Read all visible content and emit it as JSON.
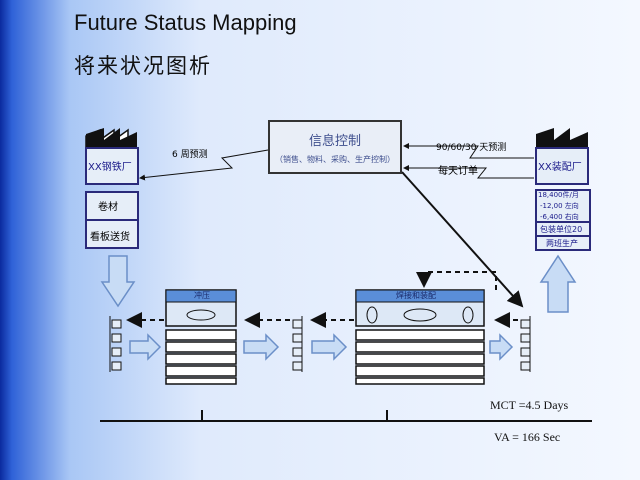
{
  "title_en": "Future Status Mapping",
  "title_cn": "将来状况图析",
  "control": {
    "title": "信息控制",
    "subtitle": "（销售、物料、采购、生产控制）"
  },
  "supplier": {
    "name": "XX钢铁厂",
    "rows": [
      "卷材",
      "看板送货"
    ]
  },
  "customer": {
    "name": "XX装配厂",
    "rows": [
      "18,400件/月",
      "-12,00 左向",
      "-6,400 右向",
      "包装单位20",
      "两班生产"
    ]
  },
  "arrows": {
    "supplier_forecast": "6 周预测",
    "customer_forecast": "90/60/30 天预测",
    "customer_order": "每天订单"
  },
  "processes": [
    {
      "name": "冲压"
    },
    {
      "name": "焊接和装配"
    }
  ],
  "metrics": {
    "mct": "MCT =4.5 Days",
    "va": "VA = 166 Sec"
  },
  "colors": {
    "background_left": "#0a2a9e",
    "background_right": "#f4f8ff",
    "process_header": "#5a8ed8",
    "outline": "#1a1a66"
  }
}
